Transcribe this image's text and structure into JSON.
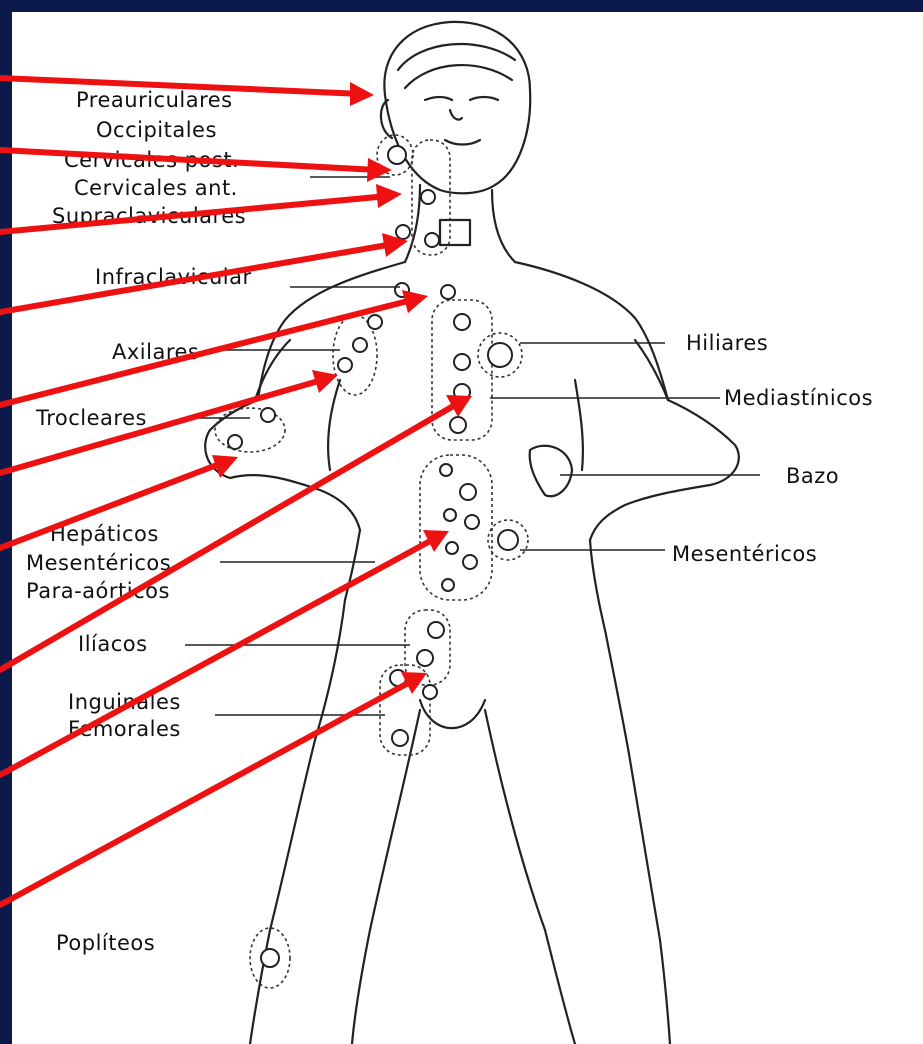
{
  "colors": {
    "border": "#0b1a4a",
    "background": "#ffffff",
    "arrow": "#ee1111",
    "ink": "#111111"
  },
  "labels": {
    "preauriculares": "Preauriculares",
    "occipitales": "Occipitales",
    "cervicales_post": "Cervicales post.",
    "cervicales_ant": "Cervicales ant.",
    "supraclaviculares": "Supraclaviculares",
    "infraclavicular": "Infraclavicular",
    "axilares": "Axilares",
    "trocleares": "Trocleares",
    "hepaticos": "Hepáticos",
    "mesentericos_left": "Mesentéricos",
    "para_aorticos": "Para-aórticos",
    "iliacos": "Ilíacos",
    "inguinales": "Inguinales",
    "femorales": "Femorales",
    "popliteos": "Poplíteos",
    "hiliares": "Hiliares",
    "mediastinicos": "Mediastínicos",
    "bazo": "Bazo",
    "mesentericos_right": "Mesentéricos"
  }
}
